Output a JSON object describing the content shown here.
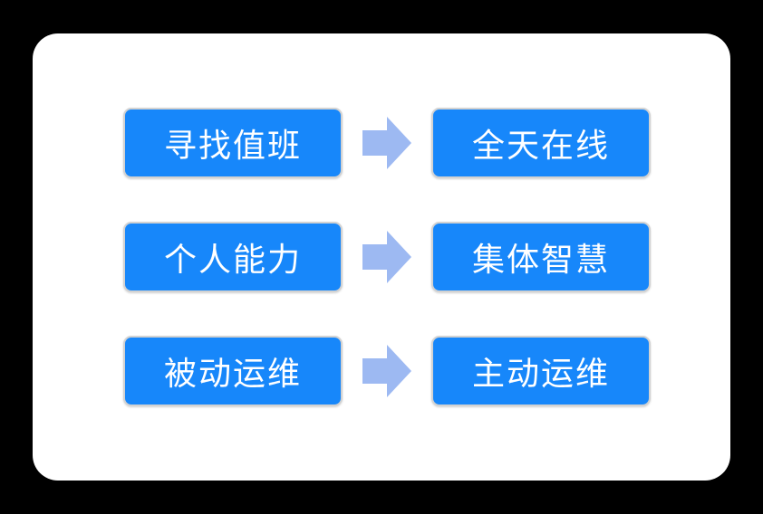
{
  "diagram": {
    "rows": [
      {
        "from": "寻找值班",
        "to": "全天在线"
      },
      {
        "from": "个人能力",
        "to": "集体智慧"
      },
      {
        "from": "被动运维",
        "to": "主动运维"
      }
    ]
  },
  "colors": {
    "background": "#000000",
    "card_background": "#ffffff",
    "box_fill": "#1787fa",
    "box_border": "#d2d2d2",
    "arrow": "#9db9f2",
    "text": "#ffffff"
  },
  "icons": {
    "arrow": "right-block-arrow-icon"
  }
}
